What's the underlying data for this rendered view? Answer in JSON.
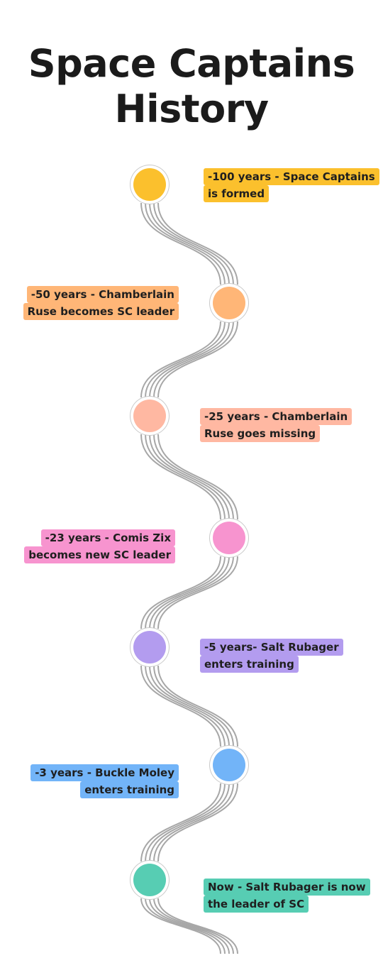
{
  "title": {
    "line1": "Space Captains",
    "line2": "History"
  },
  "colors": {
    "path_line": "#a7a7a7",
    "node_ring": "#c9c9c9"
  },
  "events": [
    {
      "line1": "-100 years - Space Captains",
      "line2": "is formed",
      "color": "#fbc02d"
    },
    {
      "line1": "-50 years - Chamberlain",
      "line2": "Ruse becomes SC leader",
      "color": "#ffb677"
    },
    {
      "line1": "-25 years - Chamberlain",
      "line2": "Ruse goes missing",
      "color": "#ffb8a2"
    },
    {
      "line1": "-23 years -  Comis Zix",
      "line2": "becomes new SC leader",
      "color": "#f794cf"
    },
    {
      "line1": "-5 years- Salt Rubager",
      "line2": "enters training",
      "color": "#b39cef"
    },
    {
      "line1": "-3 years  - Buckle Moley",
      "line2": "enters training",
      "color": "#72b4f8"
    },
    {
      "line1": "Now - Salt Rubager is now",
      "line2": "the leader of SC",
      "color": "#57cdb3"
    }
  ]
}
